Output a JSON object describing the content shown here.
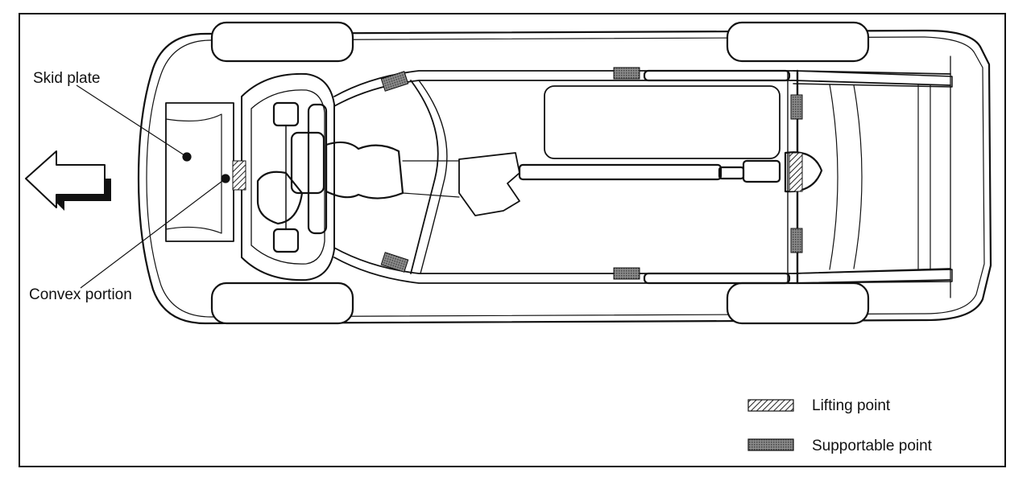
{
  "callouts": {
    "skid_plate": "Skid plate",
    "convex_portion": "Convex portion"
  },
  "legend": {
    "lifting": "Lifting point",
    "supportable": "Supportable point"
  }
}
